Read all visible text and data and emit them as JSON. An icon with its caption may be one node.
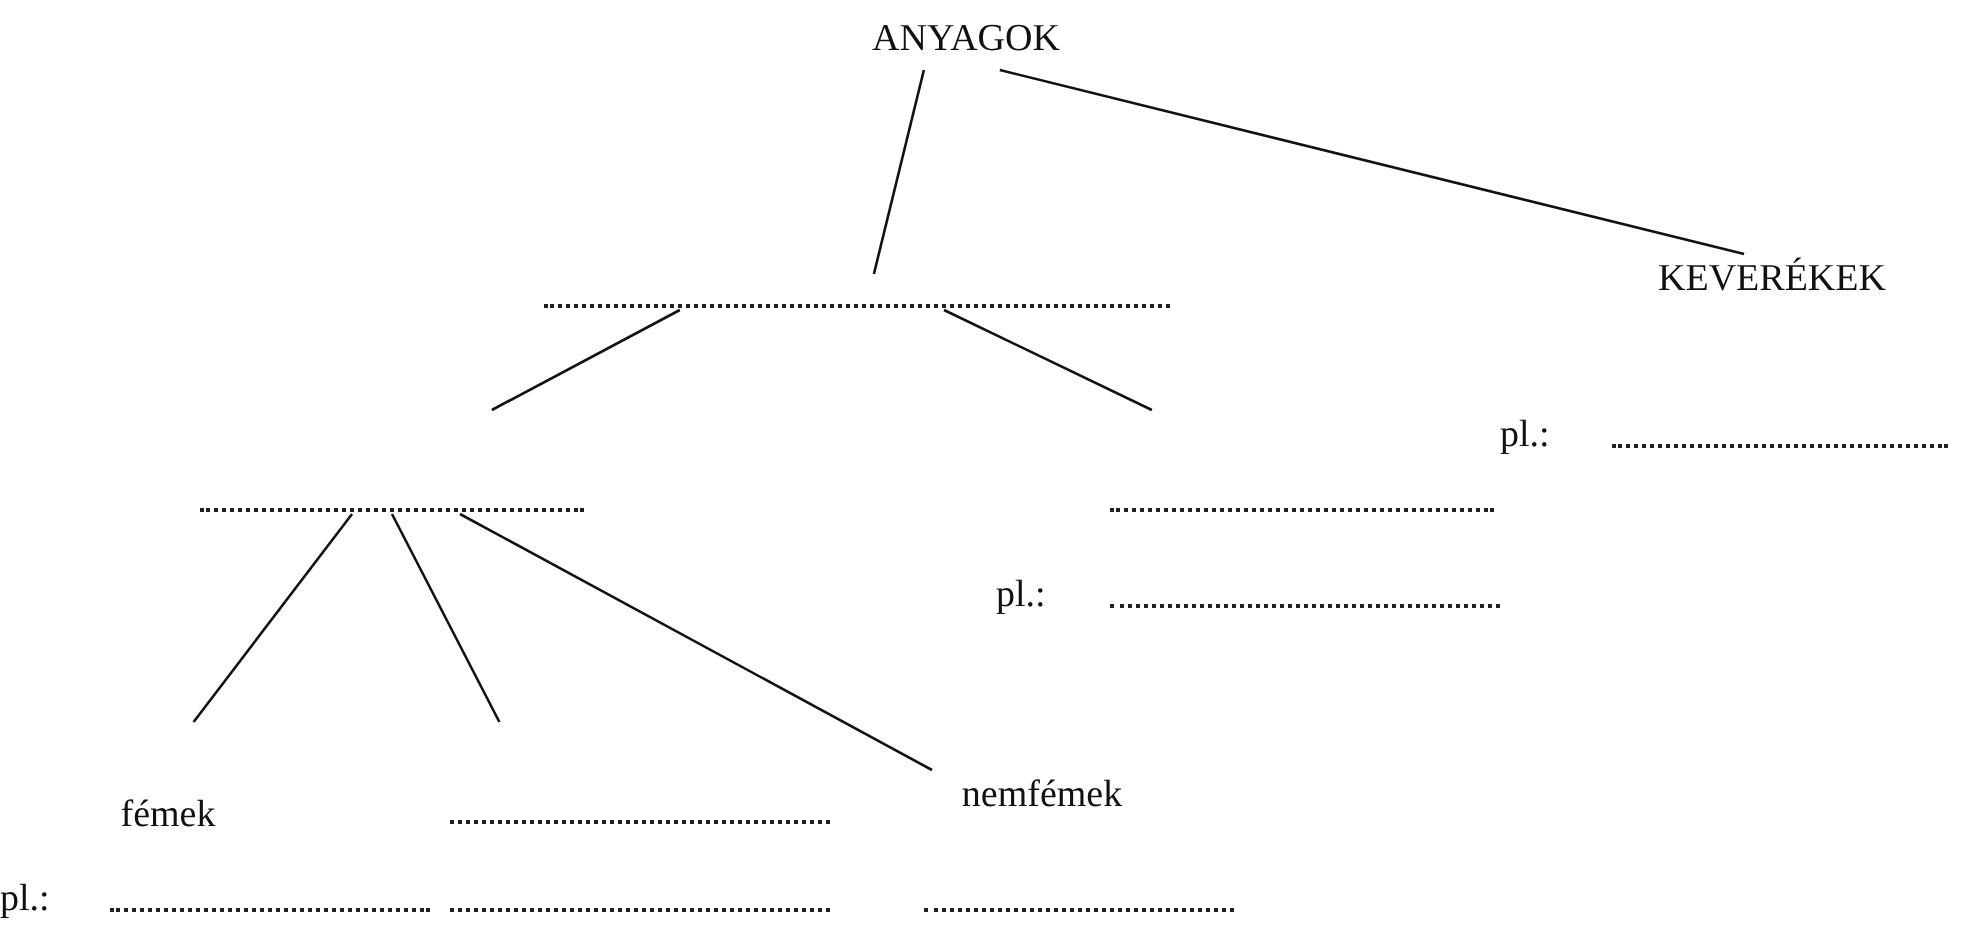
{
  "diagram": {
    "nodes": [
      {
        "text": [
          "ANYAGOK"
        ]
      },
      {
        "text": [],
        "shape": "line"
      },
      {
        "text": [
          "KEVERÉKEK"
        ]
      },
      {
        "text": [],
        "shape": "line"
      },
      {
        "text": [],
        "shape": "line",
        "beside": [
          "pl.:"
        ]
      },
      {
        "text": [
          "fémek"
        ]
      },
      {
        "text": [],
        "shape": "line"
      },
      {
        "text": [
          "nemfémek"
        ]
      }
    ],
    "edges": [
      {
        "from": 0,
        "to": 1,
        "arrow": "none"
      },
      {
        "from": 0,
        "to": 2,
        "arrow": "none"
      },
      {
        "from": 1,
        "to": 3,
        "arrow": "none"
      },
      {
        "from": 1,
        "to": 4,
        "arrow": "none"
      },
      {
        "from": 3,
        "to": 5,
        "arrow": "none"
      },
      {
        "from": 3,
        "to": 6,
        "arrow": "none"
      },
      {
        "from": 3,
        "to": 7,
        "arrow": "none"
      }
    ],
    "labels": [
      "pl.:",
      "pl.:"
    ]
  }
}
